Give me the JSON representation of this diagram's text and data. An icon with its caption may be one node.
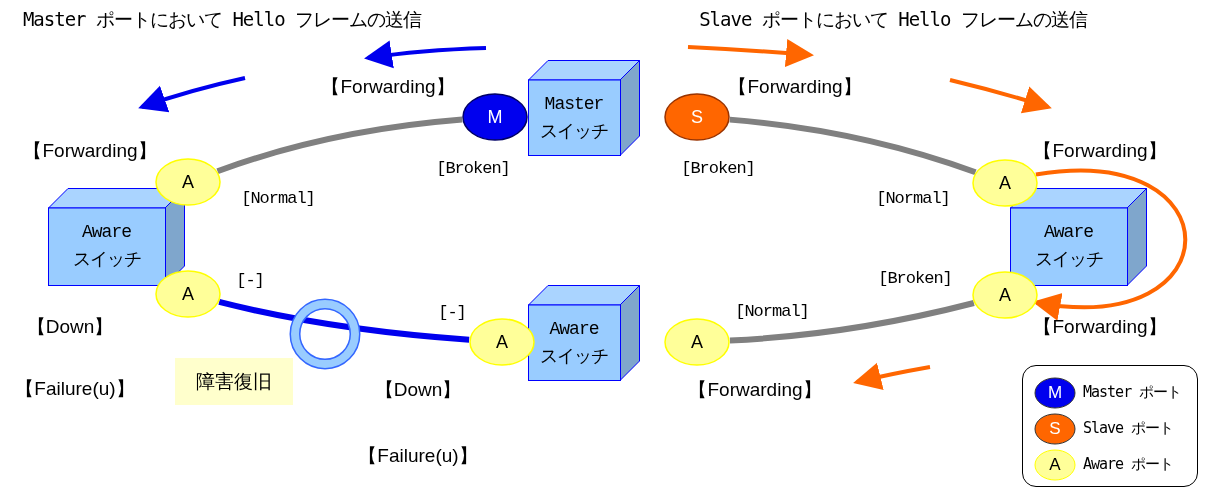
{
  "diagram": {
    "nodes": [
      {
        "text": [
          "Master スイッチ"
        ]
      },
      {
        "text": [
          "M"
        ],
        "beside": [
          "[Broken]",
          "【Forwarding】"
        ]
      },
      {
        "text": [
          "S"
        ],
        "beside": [
          "[Broken]",
          "【Forwarding】"
        ]
      },
      {
        "text": [
          "Aware スイッチ"
        ]
      },
      {
        "text": [
          "A"
        ],
        "beside": [
          "【Forwarding】",
          "[Normal]"
        ]
      },
      {
        "text": [
          "A"
        ],
        "beside": [
          "[-]",
          "【Down】",
          "【Failure(u)】"
        ]
      },
      {
        "text": [
          "Aware スイッチ"
        ]
      },
      {
        "text": [
          "A"
        ],
        "beside": [
          "【Forwarding】",
          "[Normal]"
        ]
      },
      {
        "text": [
          "A"
        ],
        "beside": [
          "[Broken]",
          "【Forwarding】"
        ]
      },
      {
        "text": [
          "Aware スイッチ"
        ]
      },
      {
        "text": [
          "A"
        ],
        "beside": [
          "[-]",
          "【Down】",
          "【Failure(u)】"
        ]
      },
      {
        "text": [
          "A"
        ],
        "beside": [
          "[Normal]",
          "【Forwarding】"
        ]
      },
      {
        "text": [
          "障害復旧"
        ]
      }
    ],
    "edges": [
      {
        "from": 1,
        "to": 4,
        "arrow": "none"
      },
      {
        "from": 2,
        "to": 7,
        "arrow": "none"
      },
      {
        "from": 8,
        "to": 11,
        "arrow": "none"
      },
      {
        "from": 5,
        "to": 10,
        "arrow": "none",
        "color": "#0000ee"
      },
      {
        "from": 7,
        "to": 8,
        "arrow": "to",
        "color": "#ff6600"
      }
    ],
    "labels": [
      "Master ポートにおいて Hello フレームの送信",
      "Slave ポートにおいて Hello フレームの送信",
      "M",
      "S",
      "A"
    ],
    "legend": [
      {
        "text": "Master ポート",
        "color": "#0000ee"
      },
      {
        "text": "Slave ポート",
        "color": "#ff6600"
      },
      {
        "text": "Aware ポート",
        "color": "#ffff99"
      }
    ]
  }
}
